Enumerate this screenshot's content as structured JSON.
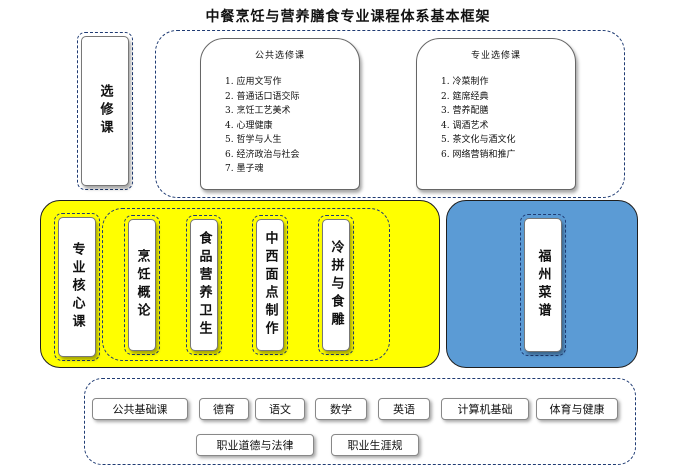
{
  "title": "中餐烹饪与营养膳食专业课程体系基本框架",
  "elective": {
    "label": "选修课",
    "public": {
      "title": "公共选修课",
      "items": [
        "1. 应用文写作",
        "2. 普通话口语交际",
        "3. 烹饪工艺美术",
        "4. 心理健康",
        "5. 哲学与人生",
        "6. 经济政治与社会",
        "7. 墨子魂"
      ]
    },
    "professional": {
      "title": "专业选修课",
      "items": [
        "1. 冷菜制作",
        "2. 筵席经典",
        "3. 营养配膳",
        "4. 调酒艺术",
        "5. 茶文化与酒文化",
        "6. 网络营销和推广"
      ]
    }
  },
  "core": {
    "label": "专业核心课",
    "courses": [
      "烹饪概论",
      "食品营养卫生",
      "中西面点制作",
      "冷拼与食雕"
    ]
  },
  "special": {
    "label": "福州菜谱"
  },
  "foundation": {
    "label": "公共基础课",
    "row1": [
      "德育",
      "语文",
      "数学",
      "英语",
      "计算机基础",
      "体育与健康"
    ],
    "row2": [
      "职业道德与法律",
      "职业生涯规"
    ]
  }
}
